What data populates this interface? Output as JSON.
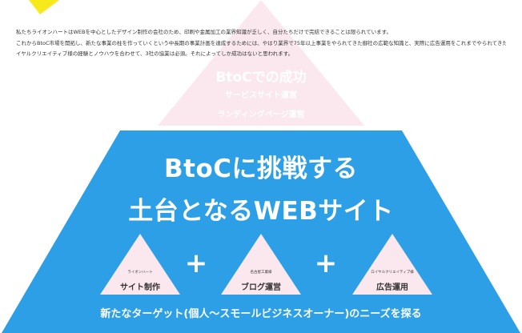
{
  "colors": {
    "accent_yellow": "#f7ea1c",
    "top_tier_pink": "#fbe8ee",
    "main_tier_blue": "#2c9fe6",
    "small_tier_pink": "#fbe8ee",
    "text_dark": "#333333",
    "text_white": "#ffffff"
  },
  "intro": {
    "line1": "私たちライオンハートはWEBを中心としたデザイン制作の会社のため、印刷や金属加工の業界知識が乏しく、自分たちだけで完結できることは限られています。",
    "line2": "これからBtoC市場を開拓し、新たな事業の柱を作っていくという中長期の事業計画を達成するためには、やはり業界で75年以上事業をやられてきた御社の広範な知識と、実際に広告運用をこれまでやられてきたロ",
    "line3": "イヤルクリエイティブ様の経験とノウハウを合わせて、3社の協業は必須。それによってしか成功はないと思われます。"
  },
  "top_tier": {
    "title": "BtoCでの成功",
    "line1": "サービスサイト運営",
    "line2": "ランディングページ運営"
  },
  "main_tier": {
    "line1": "BtoCに挑戦する",
    "line2": "土台となるWEBサイト",
    "plus_symbol": "+",
    "bottom": "新たなターゲット(個人〜スモールビジネスオーナー)のニーズを探る"
  },
  "partners": [
    {
      "caption": "ライオンハート",
      "label": "サイト制作"
    },
    {
      "caption": "名古屋工業様",
      "label": "ブログ運営"
    },
    {
      "caption": "ロイヤルクリエイティブ様",
      "label": "広告運用"
    }
  ]
}
